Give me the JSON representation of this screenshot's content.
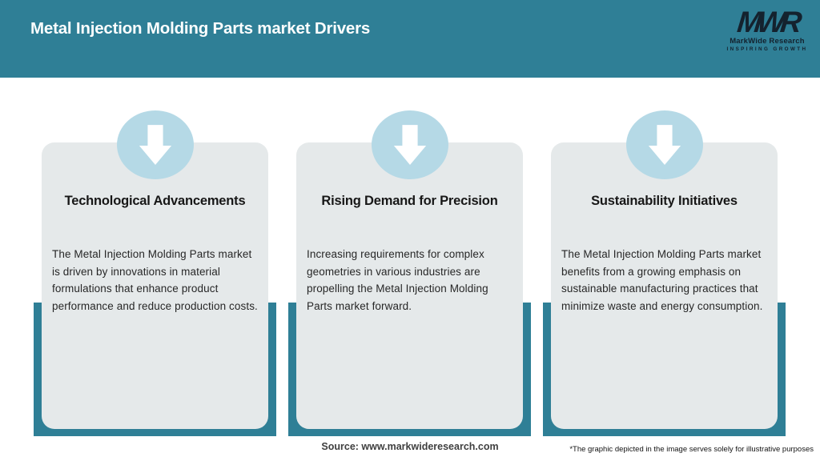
{
  "header": {
    "title": "Metal Injection Molding Parts market Drivers",
    "logo": {
      "acronym": "MWR",
      "name": "MarkWide Research",
      "tagline": "INSPIRING GROWTH"
    }
  },
  "cards": [
    {
      "icon": "arrow-down-icon",
      "title": "Technological Advancements",
      "body": "The Metal Injection Molding Parts market is driven by innovations in material formulations that enhance product performance and reduce production costs."
    },
    {
      "icon": "arrow-down-icon",
      "title": "Rising Demand for Precision",
      "body": "Increasing requirements for complex geometries in various industries are propelling the Metal Injection Molding Parts market forward."
    },
    {
      "icon": "arrow-down-icon",
      "title": "Sustainability Initiatives",
      "body": "The Metal Injection Molding Parts market benefits from a growing emphasis on sustainable manufacturing practices that minimize waste and energy consumption."
    }
  ],
  "footer": {
    "source": "Source: www.markwideresearch.com",
    "disclaimer": "*The graphic depicted in the image serves solely for illustrative purposes"
  },
  "colors": {
    "teal": "#2f7f96",
    "card_background": "#e5e9ea",
    "bubble_blue": "#b5d9e6",
    "logo_dark": "#14222e",
    "header_text": "#fcfefe"
  }
}
